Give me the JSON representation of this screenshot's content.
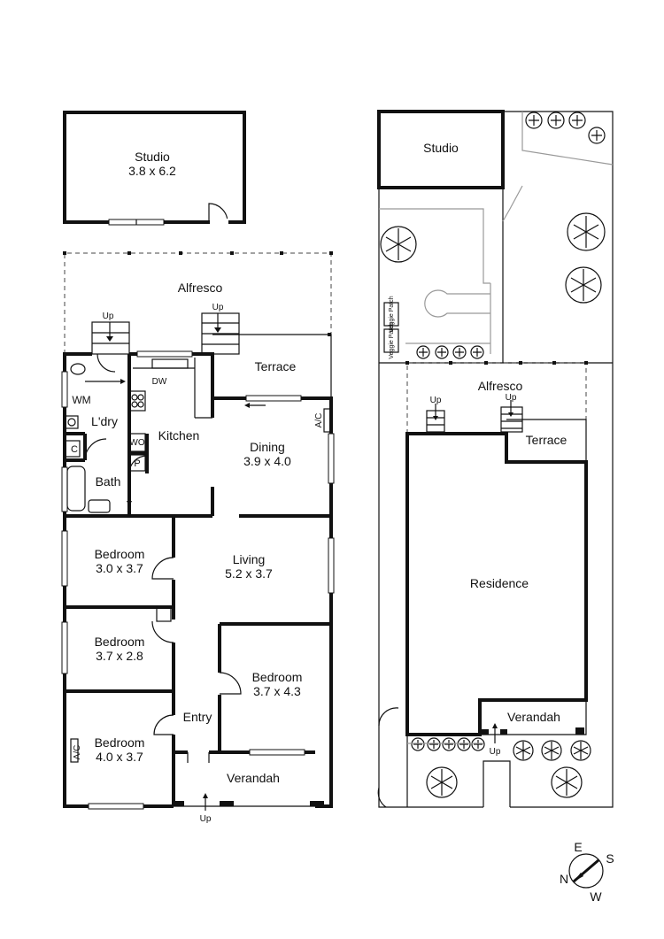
{
  "floor_plan": {
    "studio": {
      "name": "Studio",
      "dims": "3.8 x 6.2"
    },
    "alfresco": "Alfresco",
    "terrace": "Terrace",
    "kitchen": "Kitchen",
    "dining": {
      "name": "Dining",
      "dims": "3.9 x 4.0"
    },
    "living": {
      "name": "Living",
      "dims": "5.2 x 3.7"
    },
    "bedroom1": {
      "name": "Bedroom",
      "dims": "3.0 x 3.7"
    },
    "bedroom2": {
      "name": "Bedroom",
      "dims": "3.7 x 2.8"
    },
    "bedroom3": {
      "name": "Bedroom",
      "dims": "3.7 x 4.3"
    },
    "bedroom4": {
      "name": "Bedroom",
      "dims": "4.0 x 3.7"
    },
    "laundry": "L'dry",
    "bath": "Bath",
    "entry": "Entry",
    "verandah": "Verandah",
    "wm": "WM",
    "dw": "DW",
    "wo": "WO",
    "c": "C",
    "p": "P",
    "ac": "A/C",
    "up": "Up"
  },
  "site_plan": {
    "studio": "Studio",
    "alfresco": "Alfresco",
    "terrace": "Terrace",
    "residence": "Residence",
    "verandah": "Verandah",
    "veggie_patch": "Veggie Patch",
    "up": "Up"
  },
  "compass": {
    "n": "N",
    "e": "E",
    "s": "S",
    "w": "W"
  }
}
